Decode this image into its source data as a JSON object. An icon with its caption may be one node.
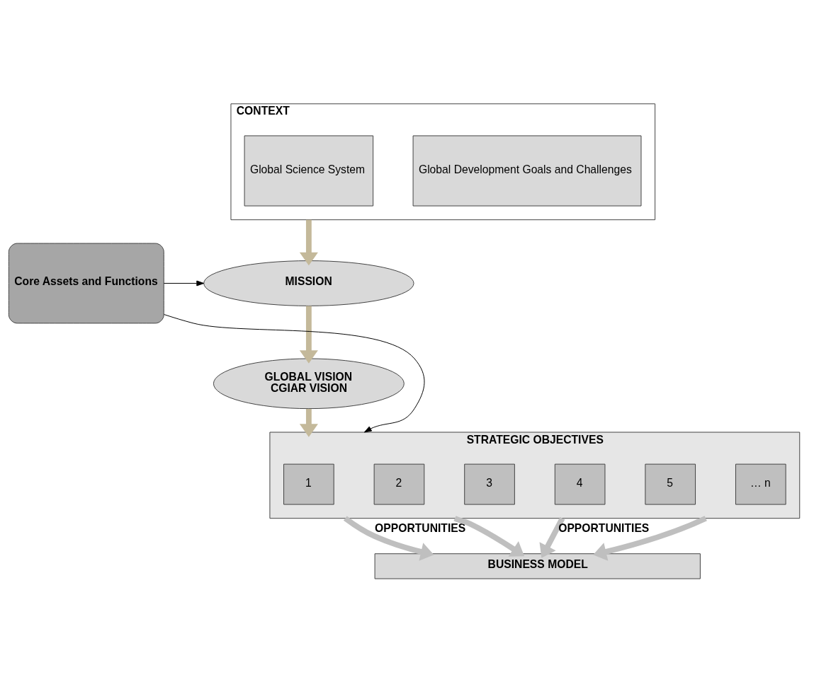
{
  "diagram": {
    "nodes": [
      {
        "text": [
          "CONTEXT"
        ]
      },
      {
        "text": [
          "Global Science System"
        ],
        "in": 0
      },
      {
        "text": [
          "Global Development Goals and Challenges"
        ],
        "in": 0
      },
      {
        "text": [
          "MISSION"
        ]
      },
      {
        "text": [
          "Core Assets and Functions"
        ]
      },
      {
        "text": [
          "GLOBAL VISION",
          "CGIAR VISION"
        ]
      },
      {
        "text": [
          "STRATEGIC OBJECTIVES"
        ]
      },
      {
        "text": [
          "1"
        ],
        "in": 6
      },
      {
        "text": [
          "2"
        ],
        "in": 6
      },
      {
        "text": [
          "3"
        ],
        "in": 6
      },
      {
        "text": [
          "4"
        ],
        "in": 6
      },
      {
        "text": [
          "5"
        ],
        "in": 6
      },
      {
        "text": [
          "… n"
        ],
        "in": 6
      },
      {
        "text": [
          "BUSINESS MODEL"
        ]
      }
    ],
    "edges": [
      {
        "from": 0,
        "to": 3,
        "arrow": "to",
        "color": "#c4b99a"
      },
      {
        "from": 4,
        "to": 3,
        "arrow": "to",
        "color": "#000000"
      },
      {
        "from": 3,
        "to": 5,
        "arrow": "to",
        "color": "#c4b99a"
      },
      {
        "from": 5,
        "to": 6,
        "arrow": "to",
        "color": "#c4b99a"
      },
      {
        "from": 4,
        "to": 6,
        "arrow": "to",
        "color": "#000000"
      },
      {
        "from": 6,
        "to": 13,
        "arrow": "to",
        "color": "#bfbfbf",
        "label": "OPPORTUNITIES"
      },
      {
        "from": 6,
        "to": 13,
        "arrow": "to",
        "color": "#bfbfbf"
      },
      {
        "from": 6,
        "to": 13,
        "arrow": "to",
        "color": "#bfbfbf",
        "label": "OPPORTUNITIES"
      },
      {
        "from": 6,
        "to": 13,
        "arrow": "to",
        "color": "#bfbfbf"
      }
    ]
  }
}
